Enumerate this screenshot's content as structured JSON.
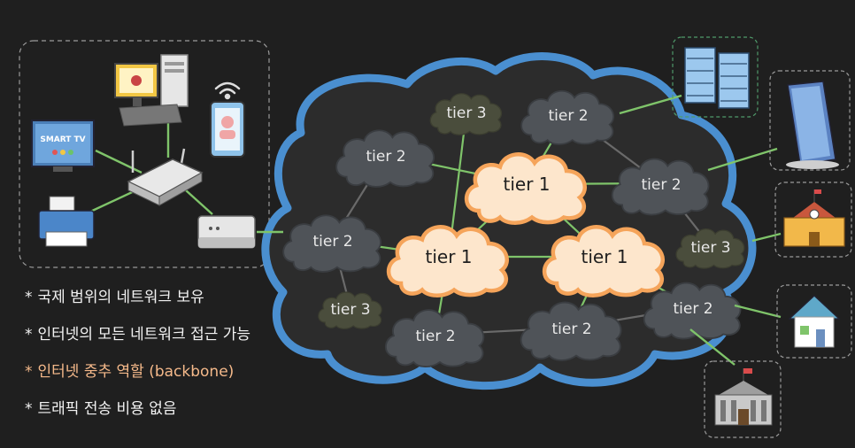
{
  "network": {
    "clouds": [
      {
        "id": "t1a",
        "label": "tier 1",
        "tier": 1
      },
      {
        "id": "t1b",
        "label": "tier 1",
        "tier": 1
      },
      {
        "id": "t1c",
        "label": "tier 1",
        "tier": 1
      },
      {
        "id": "t2a",
        "label": "tier 2",
        "tier": 2
      },
      {
        "id": "t2b",
        "label": "tier 2",
        "tier": 2
      },
      {
        "id": "t2c",
        "label": "tier 2",
        "tier": 2
      },
      {
        "id": "t2d",
        "label": "tier 2",
        "tier": 2
      },
      {
        "id": "t2e",
        "label": "tier 2",
        "tier": 2
      },
      {
        "id": "t2f",
        "label": "tier 2",
        "tier": 2
      },
      {
        "id": "t2g",
        "label": "tier 2",
        "tier": 2
      },
      {
        "id": "t3a",
        "label": "tier 3",
        "tier": 3
      },
      {
        "id": "t3b",
        "label": "tier 3",
        "tier": 3
      },
      {
        "id": "t3c",
        "label": "tier 3",
        "tier": 3
      }
    ],
    "devices": {
      "smart_tv": "SMART TV"
    }
  },
  "bullets": [
    {
      "text": "국제 범위의 네트워크 보유",
      "highlight": false
    },
    {
      "text": "인터넷의 모든 네트워크 접근 가능",
      "highlight": false
    },
    {
      "text": "인터넷 중추 역할 (backbone)",
      "highlight": true
    },
    {
      "text": "트래픽 전송 비용 없음",
      "highlight": false
    }
  ],
  "colors": {
    "background": "#1f1f1f",
    "cloud_border": "#4a8fd0",
    "tier1_fill": "#fde6cc",
    "tier1_border": "#f5a45a",
    "tier2_fill": "#4f5358",
    "tier3_fill": "#4a4d3c",
    "link_green": "#7fc46a",
    "highlight_text": "#f5b98a"
  },
  "icons": [
    "computer-icon",
    "smartphone-icon",
    "wifi-icon",
    "smart-tv-icon",
    "router-icon",
    "printer-icon",
    "modem-icon",
    "server-icon",
    "office-building-icon",
    "school-icon",
    "house-icon",
    "government-building-icon"
  ]
}
